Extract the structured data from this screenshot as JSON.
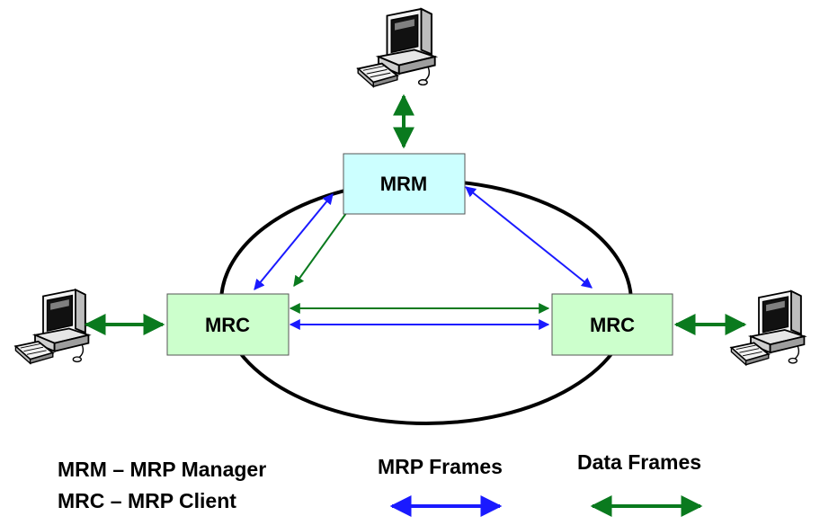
{
  "nodes": {
    "mrm": {
      "label": "MRM",
      "fill": "#ccffff"
    },
    "mrc_left": {
      "label": "MRC",
      "fill": "#ccffcc"
    },
    "mrc_right": {
      "label": "MRC",
      "fill": "#ccffcc"
    }
  },
  "legend": {
    "abbrev_mrm": "MRM – MRP Manager",
    "abbrev_mrc": "MRC – MRP Client",
    "mrp_frames_label": "MRP Frames",
    "data_frames_label": "Data Frames"
  },
  "colors": {
    "mrp_arrow": "#1a1aff",
    "data_arrow": "#0a7a1e",
    "ring": "#000000"
  },
  "icons": [
    "computer-icon"
  ]
}
